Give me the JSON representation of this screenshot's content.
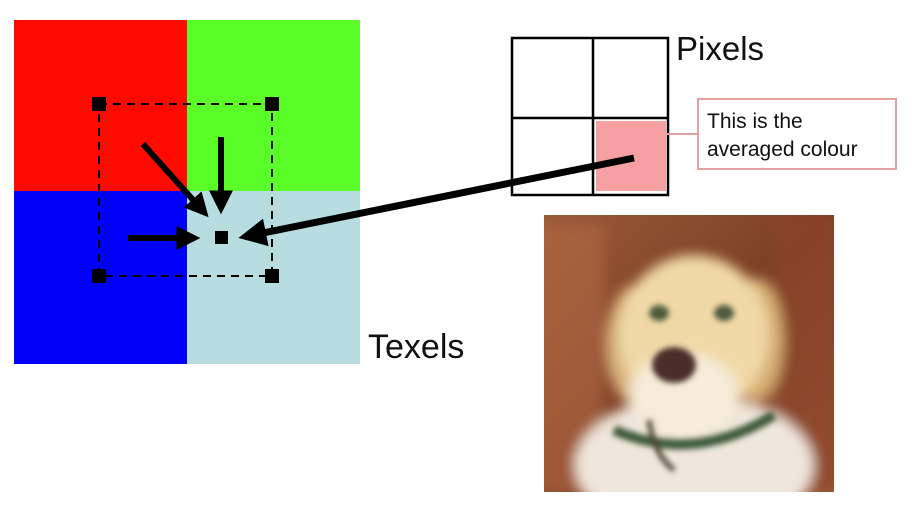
{
  "colors": {
    "red": "#fe0a00",
    "green": "#5afd28",
    "blue": "#0200f8",
    "lightblue": "#b7dde0",
    "averaged": "#f6a0a3",
    "callout_border": "#e3a1a4"
  },
  "labels": {
    "texels": "Texels",
    "pixels": "Pixels",
    "callout_line1": "This is the",
    "callout_line2": "averaged colour"
  },
  "image": {
    "subject": "blurred-dog-photo"
  }
}
